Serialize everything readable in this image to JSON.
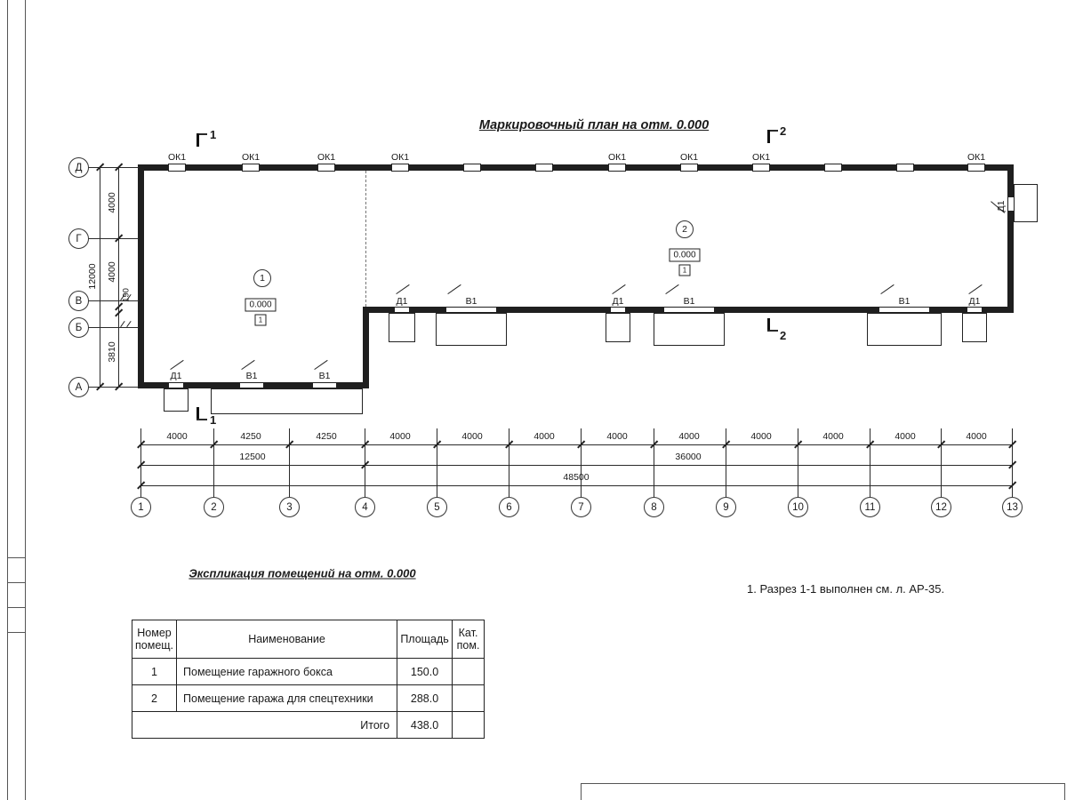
{
  "titles": {
    "plan": "Маркировочный план на отм. 0.000",
    "table": "Экспликация помещений на отм. 0.000",
    "note": "1. Разрез 1-1 выполнен см. л. АР-35."
  },
  "marks": {
    "window": "ОК1",
    "door": "Д1",
    "gate": "В1",
    "level": "0.000",
    "floor": "1",
    "section1": "1",
    "section2": "2",
    "room1": "1",
    "room2": "2"
  },
  "axes": {
    "letters": [
      "Д",
      "Г",
      "В",
      "Б",
      "А"
    ],
    "numbers": [
      "1",
      "2",
      "3",
      "4",
      "5",
      "6",
      "7",
      "8",
      "9",
      "10",
      "11",
      "12",
      "13"
    ]
  },
  "dims": {
    "left": [
      "4000",
      "4000",
      "190",
      "3810"
    ],
    "left_total": "12000",
    "row1": [
      "4000",
      "4250",
      "4250",
      "4000",
      "4000",
      "4000",
      "4000",
      "4000",
      "4000",
      "4000",
      "4000",
      "4000"
    ],
    "row2": [
      "12500",
      "36000"
    ],
    "total": "48500"
  },
  "table": {
    "headers": {
      "num": "Номер помещ.",
      "name": "Наименование",
      "area": "Площадь",
      "cat": "Кат. пом."
    },
    "rows": [
      {
        "num": "1",
        "name": "Помещение гаражного бокса",
        "area": "150.0",
        "cat": ""
      },
      {
        "num": "2",
        "name": "Помещение гаража для спецтехники",
        "area": "288.0",
        "cat": ""
      }
    ],
    "total_label": "Итого",
    "total_value": "438.0"
  }
}
